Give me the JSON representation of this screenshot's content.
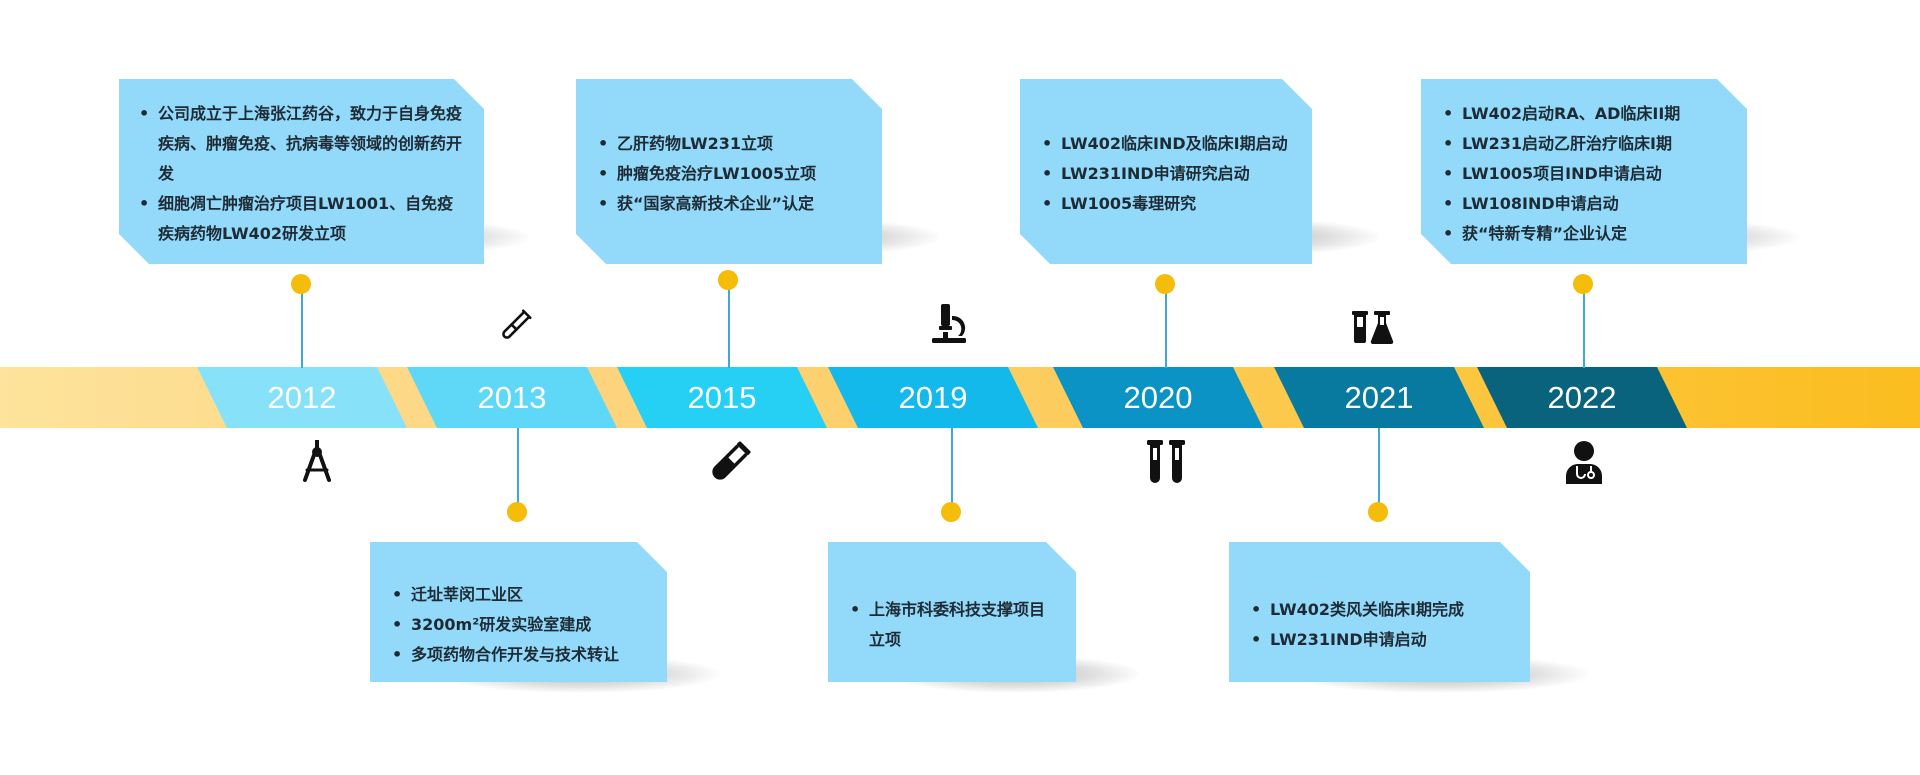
{
  "timeline": {
    "years": [
      {
        "label": "2012",
        "color": "#87e2f9"
      },
      {
        "label": "2013",
        "color": "#5fd8f8"
      },
      {
        "label": "2015",
        "color": "#26d0f5"
      },
      {
        "label": "2019",
        "color": "#13b9eb"
      },
      {
        "label": "2020",
        "color": "#0a93c4"
      },
      {
        "label": "2021",
        "color": "#097a9f"
      },
      {
        "label": "2022",
        "color": "#0a637d"
      }
    ]
  },
  "events": {
    "y2012": [
      "公司成立于上海张江药谷，致力于自身免疫疾病、肿瘤免疫、抗病毒等领域的创新药开发",
      "细胞凋亡肿瘤治疗项目LW1001、自免疫疾病药物LW402研发立项"
    ],
    "y2013": [
      "迁址莘闵工业区",
      "3200m²研发实验室建成",
      "多项药物合作开发与技术转让"
    ],
    "y2015": [
      "乙肝药物LW231立项",
      "肿瘤免疫治疗LW1005立项",
      "获“国家高新技术企业”认定"
    ],
    "y2019": [
      "上海市科委科技支撑项目立项"
    ],
    "y2020": [
      "LW402临床IND及临床I期启动",
      "LW231IND申请研究启动",
      "LW1005毒理研究"
    ],
    "y2021": [
      "LW402类风关临床I期完成",
      "LW231IND申请启动"
    ],
    "y2022": [
      "LW402启动RA、AD临床II期",
      "LW231启动乙肝治疗临床I期",
      "LW1005项目IND申请启动",
      "LW108IND申请启动",
      "获“特新专精”企业认定"
    ]
  },
  "icons": [
    "flask-tube-icon",
    "microscope-icon",
    "beakers-icon",
    "compass-icon",
    "test-tube-icon",
    "test-tubes-icon",
    "doctor-icon"
  ],
  "colors": {
    "card": "#93dafa",
    "dot": "#f5bc0a",
    "connector": "#3fa9d4",
    "band_start": "#fde39b",
    "band_end": "#fbbd1f"
  }
}
